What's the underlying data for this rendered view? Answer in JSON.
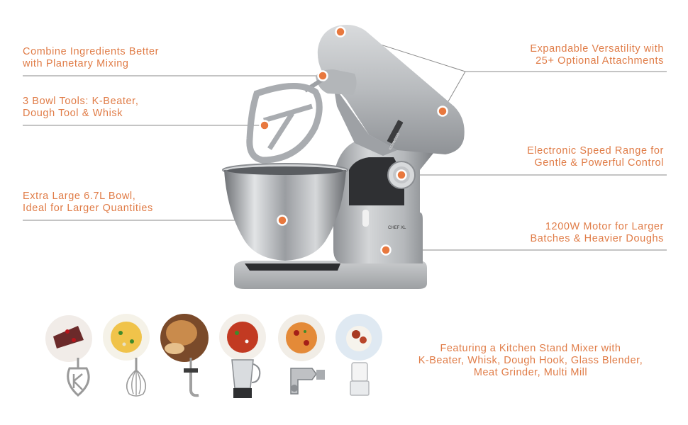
{
  "callouts": {
    "planetary": [
      "Combine Ingredients Better",
      "with Planetary Mixing"
    ],
    "tools": [
      "3 Bowl Tools: K-Beater,",
      "Dough Tool & Whisk"
    ],
    "bowl": [
      "Extra Large 6.7L Bowl,",
      "Ideal for Larger Quantities"
    ],
    "versatility": [
      "Expandable Versatility with",
      "25+ Optional Attachments"
    ],
    "speed": [
      "Electronic Speed Range for",
      "Gentle & Powerful Control"
    ],
    "motor": [
      "1200W Motor for Larger",
      "Batches & Heavier Doughs"
    ]
  },
  "product": {
    "model_label": "CHEF XL",
    "brand_label": "KENWOOD"
  },
  "featured": [
    "Featuring a Kitchen Stand Mixer with",
    "K-Beater, Whisk, Dough Hook, Glass Blender,",
    "Meat Grinder, Multi Mill"
  ],
  "accessories": [
    {
      "icon": "k-beater-icon",
      "food": "cake"
    },
    {
      "icon": "whisk-icon",
      "food": "pasta"
    },
    {
      "icon": "dough-hook-icon",
      "food": "bread"
    },
    {
      "icon": "glass-blender-icon",
      "food": "soup"
    },
    {
      "icon": "meat-grinder-icon",
      "food": "spaghetti"
    },
    {
      "icon": "multi-mill-icon",
      "food": "curry"
    }
  ],
  "colors": {
    "accent": "#e07c47",
    "hotspot": "#e8783e",
    "body": "#b9bcbf"
  }
}
